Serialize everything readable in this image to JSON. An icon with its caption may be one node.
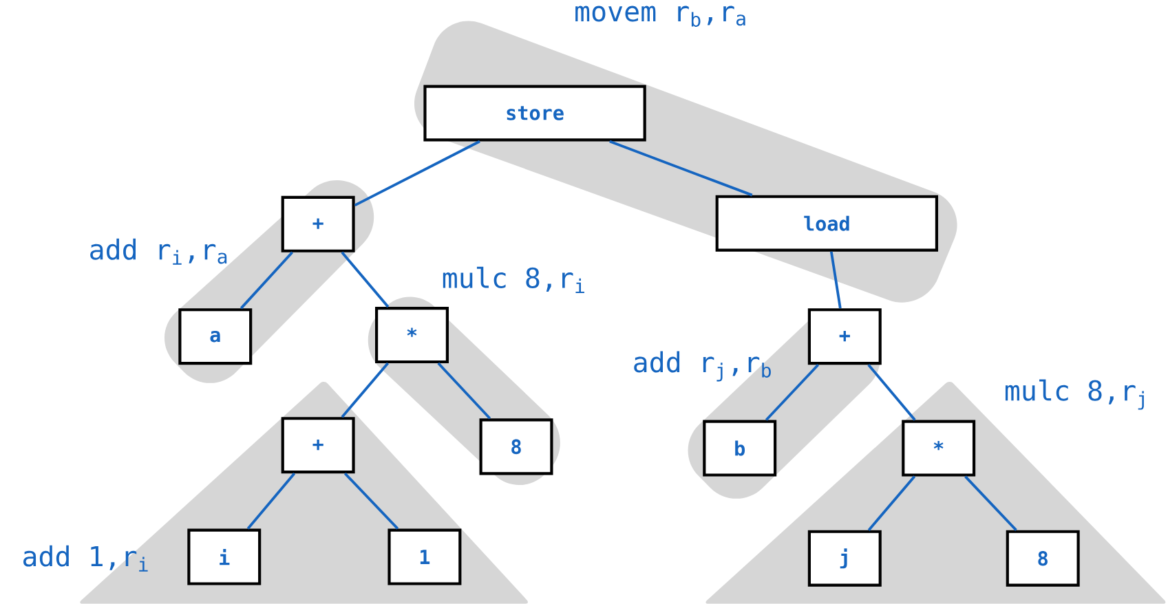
{
  "diagram": {
    "nodes": [
      {
        "text": [
          "store"
        ]
      },
      {
        "text": [
          "+"
        ]
      },
      {
        "text": [
          "load"
        ]
      },
      {
        "text": [
          "a"
        ]
      },
      {
        "text": [
          "*"
        ]
      },
      {
        "text": [
          "+"
        ]
      },
      {
        "text": [
          "+"
        ]
      },
      {
        "text": [
          "8"
        ]
      },
      {
        "text": [
          "b"
        ]
      },
      {
        "text": [
          "*"
        ]
      },
      {
        "text": [
          "i"
        ]
      },
      {
        "text": [
          "1"
        ]
      },
      {
        "text": [
          "j"
        ]
      },
      {
        "text": [
          "8"
        ]
      }
    ],
    "edges": [
      {
        "from": 0,
        "to": 1,
        "arrow": "none"
      },
      {
        "from": 0,
        "to": 2,
        "arrow": "none"
      },
      {
        "from": 1,
        "to": 3,
        "arrow": "none"
      },
      {
        "from": 1,
        "to": 4,
        "arrow": "none"
      },
      {
        "from": 2,
        "to": 5,
        "arrow": "none"
      },
      {
        "from": 4,
        "to": 6,
        "arrow": "none"
      },
      {
        "from": 4,
        "to": 7,
        "arrow": "none"
      },
      {
        "from": 5,
        "to": 8,
        "arrow": "none"
      },
      {
        "from": 5,
        "to": 9,
        "arrow": "none"
      },
      {
        "from": 6,
        "to": 10,
        "arrow": "none"
      },
      {
        "from": 6,
        "to": 11,
        "arrow": "none"
      },
      {
        "from": 9,
        "to": 12,
        "arrow": "none"
      },
      {
        "from": 9,
        "to": 13,
        "arrow": "none"
      }
    ],
    "labels": [
      "movem r$_{b}$,r$_{a}$",
      "add r$_{i}$,r$_{a}$",
      "mulc 8,r$_{i}$",
      "add r$_{j}$,r$_{b}$",
      "mulc 8,r$_{j}$",
      "add 1,r$_{i}$"
    ]
  }
}
